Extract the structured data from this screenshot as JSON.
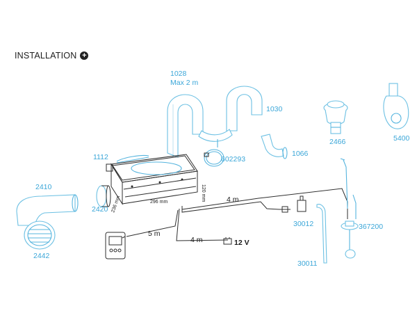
{
  "header": {
    "title": "INSTALLATION",
    "expand_icon": "plus-circle-icon"
  },
  "parts": {
    "p1028": "1028",
    "max_len": "Max  2 m",
    "p1030": "1030",
    "p2466": "2466",
    "p5400": "5400",
    "p602293": "602293",
    "p1066": "1066",
    "p1112": "1112",
    "p2410": "2410",
    "p2420": "2420",
    "p2442": "2442",
    "p30012": "30012",
    "p367200": "367200",
    "p30011": "30011"
  },
  "dimensions": {
    "height": "120 mm",
    "width": "296 mm",
    "depth": "236 mm"
  },
  "cables": {
    "c4m_top": "4 m",
    "c5m": "5 m",
    "c4m_low": "4 m",
    "voltage": "12 V"
  },
  "colors": {
    "accent": "#3aa6d8",
    "line": "#2d2d2d"
  }
}
